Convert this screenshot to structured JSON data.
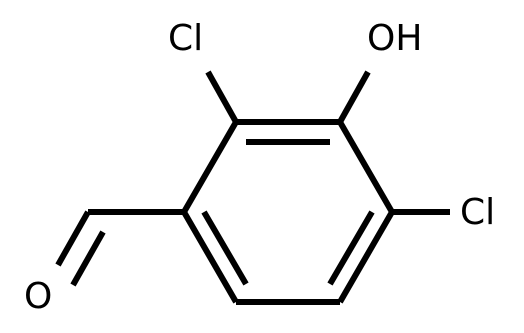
{
  "molecule": {
    "atoms": {
      "cl_top": "Cl",
      "oh": "OH",
      "cl_right": "Cl",
      "o_aldehyde": "O"
    },
    "colors": {
      "bond": "#000000",
      "label": "#000000",
      "background": "#ffffff"
    }
  }
}
